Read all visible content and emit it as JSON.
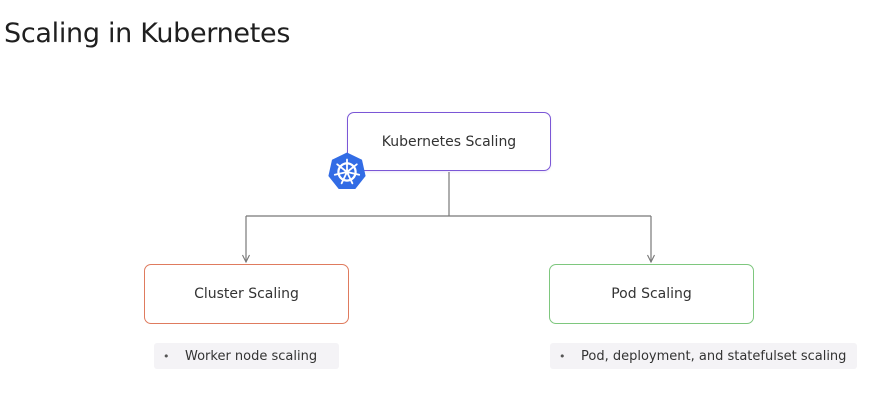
{
  "page": {
    "title": "Scaling in Kubernetes"
  },
  "diagram": {
    "root": {
      "label": "Kubernetes Scaling",
      "icon": "kubernetes-helm-icon",
      "border_color": "#7b57d6",
      "icon_color": "#326ce5"
    },
    "children": [
      {
        "label": "Cluster Scaling",
        "border_color": "#df7b5e",
        "notes": [
          "Worker node scaling"
        ]
      },
      {
        "label": "Pod Scaling",
        "border_color": "#7ec77e",
        "notes": [
          "Pod, deployment, and statefulset scaling"
        ]
      }
    ],
    "bullet_glyph": "•"
  }
}
